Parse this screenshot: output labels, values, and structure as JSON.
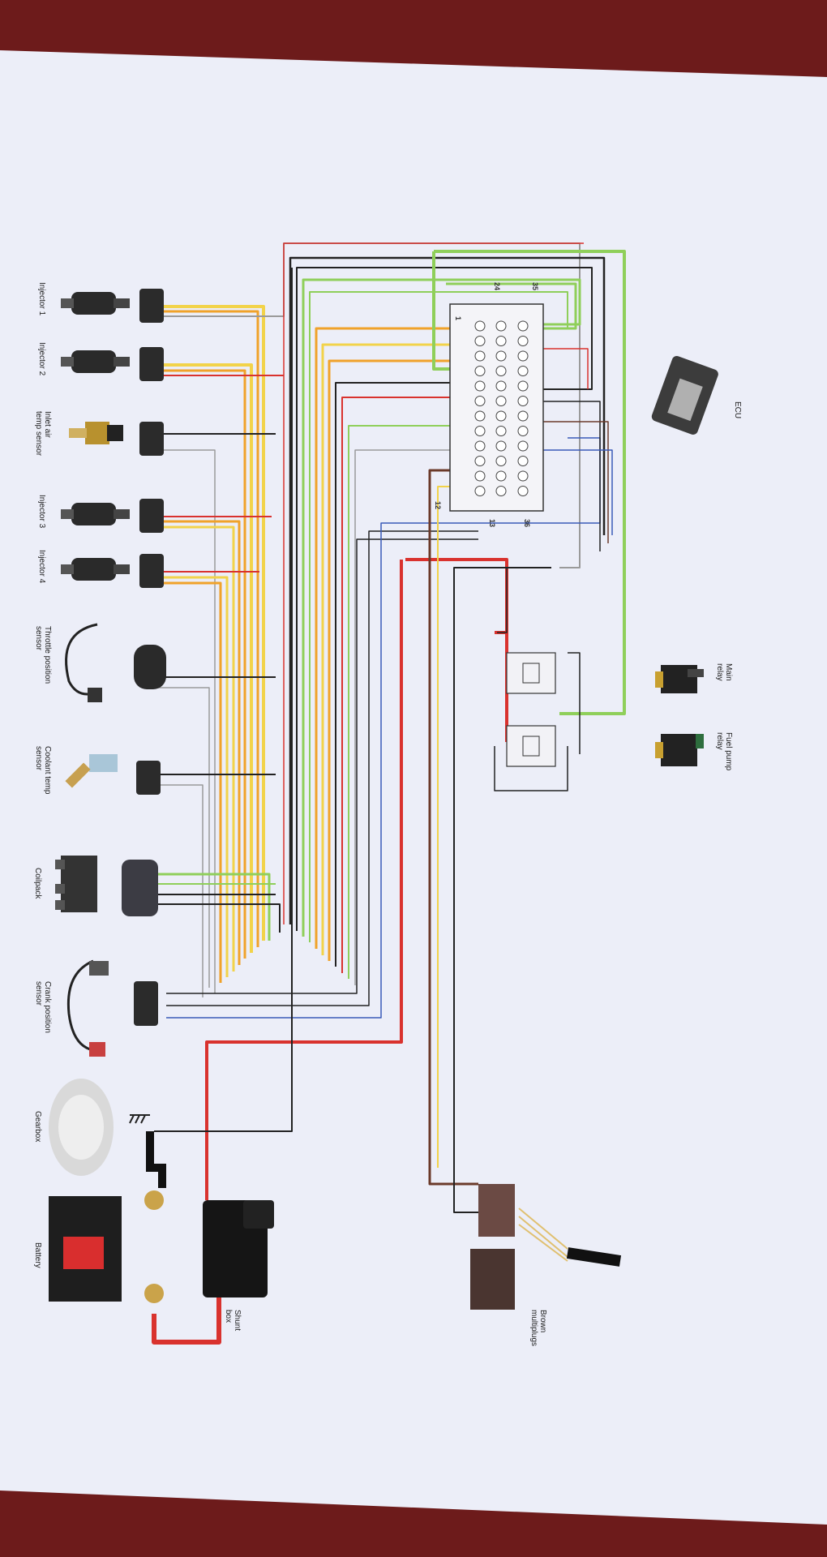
{
  "labels": {
    "injector1": "Injector 1",
    "injector2": "Injector 2",
    "inlet_air": "Inlet air\ntemp sensor",
    "injector3": "Injector 3",
    "injector4": "Injector 4",
    "throttle": "Throttle position\nsensor",
    "coolant": "Coolant temp\nsensor",
    "coilpack": "Coilpack",
    "crank": "Crank position\nsensor",
    "gearbox": "Gearbox",
    "battery": "Battery",
    "shunt_box": "Shunt\nbox",
    "ecu": "ECU",
    "main_relay": "Main\nrelay",
    "fuel_pump_relay": "Fuel pump\nrelay",
    "multiplugs": "Brown\nmultiplugs"
  },
  "pins": {
    "p24": "24",
    "p35": "35",
    "p1": "1",
    "p13": "13",
    "p36": "36",
    "p12": "12"
  },
  "colors": {
    "red": "#d9322e",
    "orange": "#f0a22a",
    "yellow": "#f2d34a",
    "green": "#8fcf5a",
    "black": "#222222",
    "brown": "#6b3a2a",
    "blue": "#3a5ab8",
    "grey": "#9a9a9a"
  }
}
